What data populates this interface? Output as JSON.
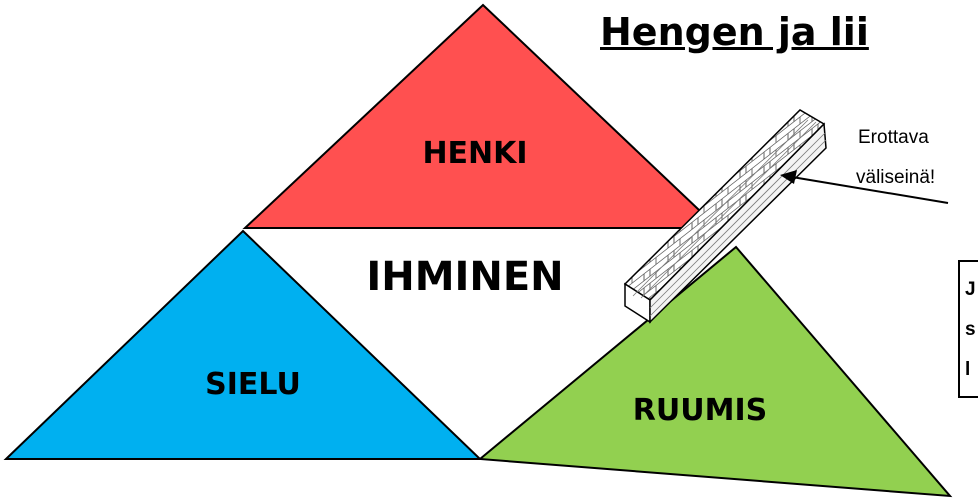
{
  "title": "Hengen ja lii",
  "triangles": {
    "top": {
      "label": "HENKI",
      "color": "#ff5050"
    },
    "left": {
      "label": "SIELU",
      "color": "#00b0f0"
    },
    "right": {
      "label": "RUUMIS",
      "color": "#92d050"
    },
    "center": {
      "label": "IHMINEN",
      "color": "#ffffff"
    }
  },
  "wall_note": {
    "line1": "Erottava",
    "line2": "väliseinä!"
  },
  "side_box": {
    "lines": [
      "J",
      "s",
      "l"
    ]
  },
  "icons": {
    "wall": "brick-wall-icon",
    "arrow": "arrow-left-icon"
  }
}
